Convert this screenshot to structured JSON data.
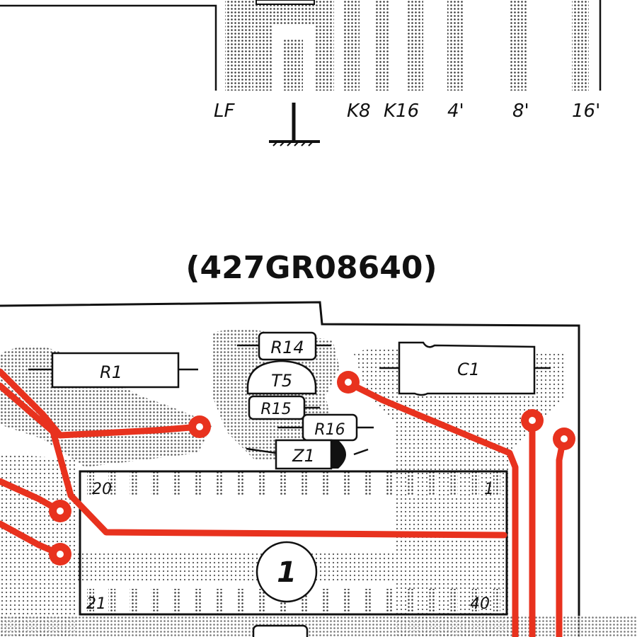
{
  "connector_labels": [
    "LF",
    "K8",
    "K16",
    "4'",
    "8'",
    "16'"
  ],
  "board_title": "(427GR08640)",
  "components": {
    "r1": "R1",
    "r14": "R14",
    "r15": "R15",
    "r16": "R16",
    "t5": "T5",
    "c1": "C1",
    "z1": "Z1"
  },
  "ic": {
    "number": "1",
    "pin_top_left": "20",
    "pin_top_right": "1",
    "pin_bottom_left": "21",
    "pin_bottom_right": "40"
  },
  "colors": {
    "trace": "#e8321e",
    "ink": "#111111",
    "copper_dots": "#3a3a3a"
  }
}
